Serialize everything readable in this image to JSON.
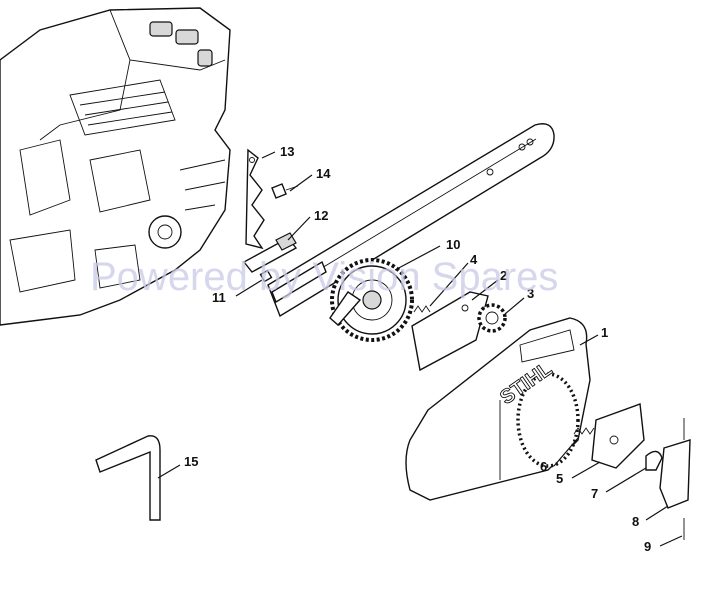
{
  "watermark": "Powered by Vision Spares",
  "cover_logo": "STIHL",
  "callouts": [
    "1",
    "2",
    "3",
    "4",
    "5",
    "6",
    "7",
    "8",
    "9",
    "10",
    "11",
    "12",
    "13",
    "14",
    "15"
  ]
}
